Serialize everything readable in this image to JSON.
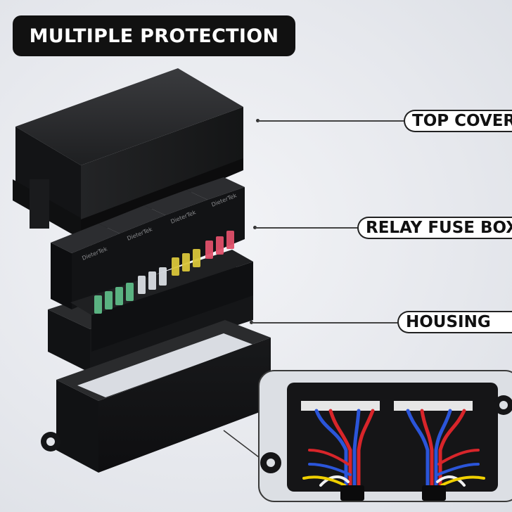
{
  "headline": "MULTIPLE PROTECTION",
  "callouts": {
    "top_cover": "TOP COVER",
    "relay_fuse_box": "RELAY FUSE BOX",
    "housing": "HOUSING"
  },
  "brand_print": "DieterTek",
  "colors": {
    "pill_bg": "#111111",
    "body_black": "#1b1b1d",
    "fuse_green": "#5fbf8a",
    "fuse_clear": "#d9dde2",
    "fuse_yellow": "#d9c63a",
    "fuse_red": "#e0506a",
    "wire_red": "#d8252a",
    "wire_blue": "#2b55d9",
    "wire_white": "#f1f1f1",
    "wire_yellow": "#f0d000"
  }
}
